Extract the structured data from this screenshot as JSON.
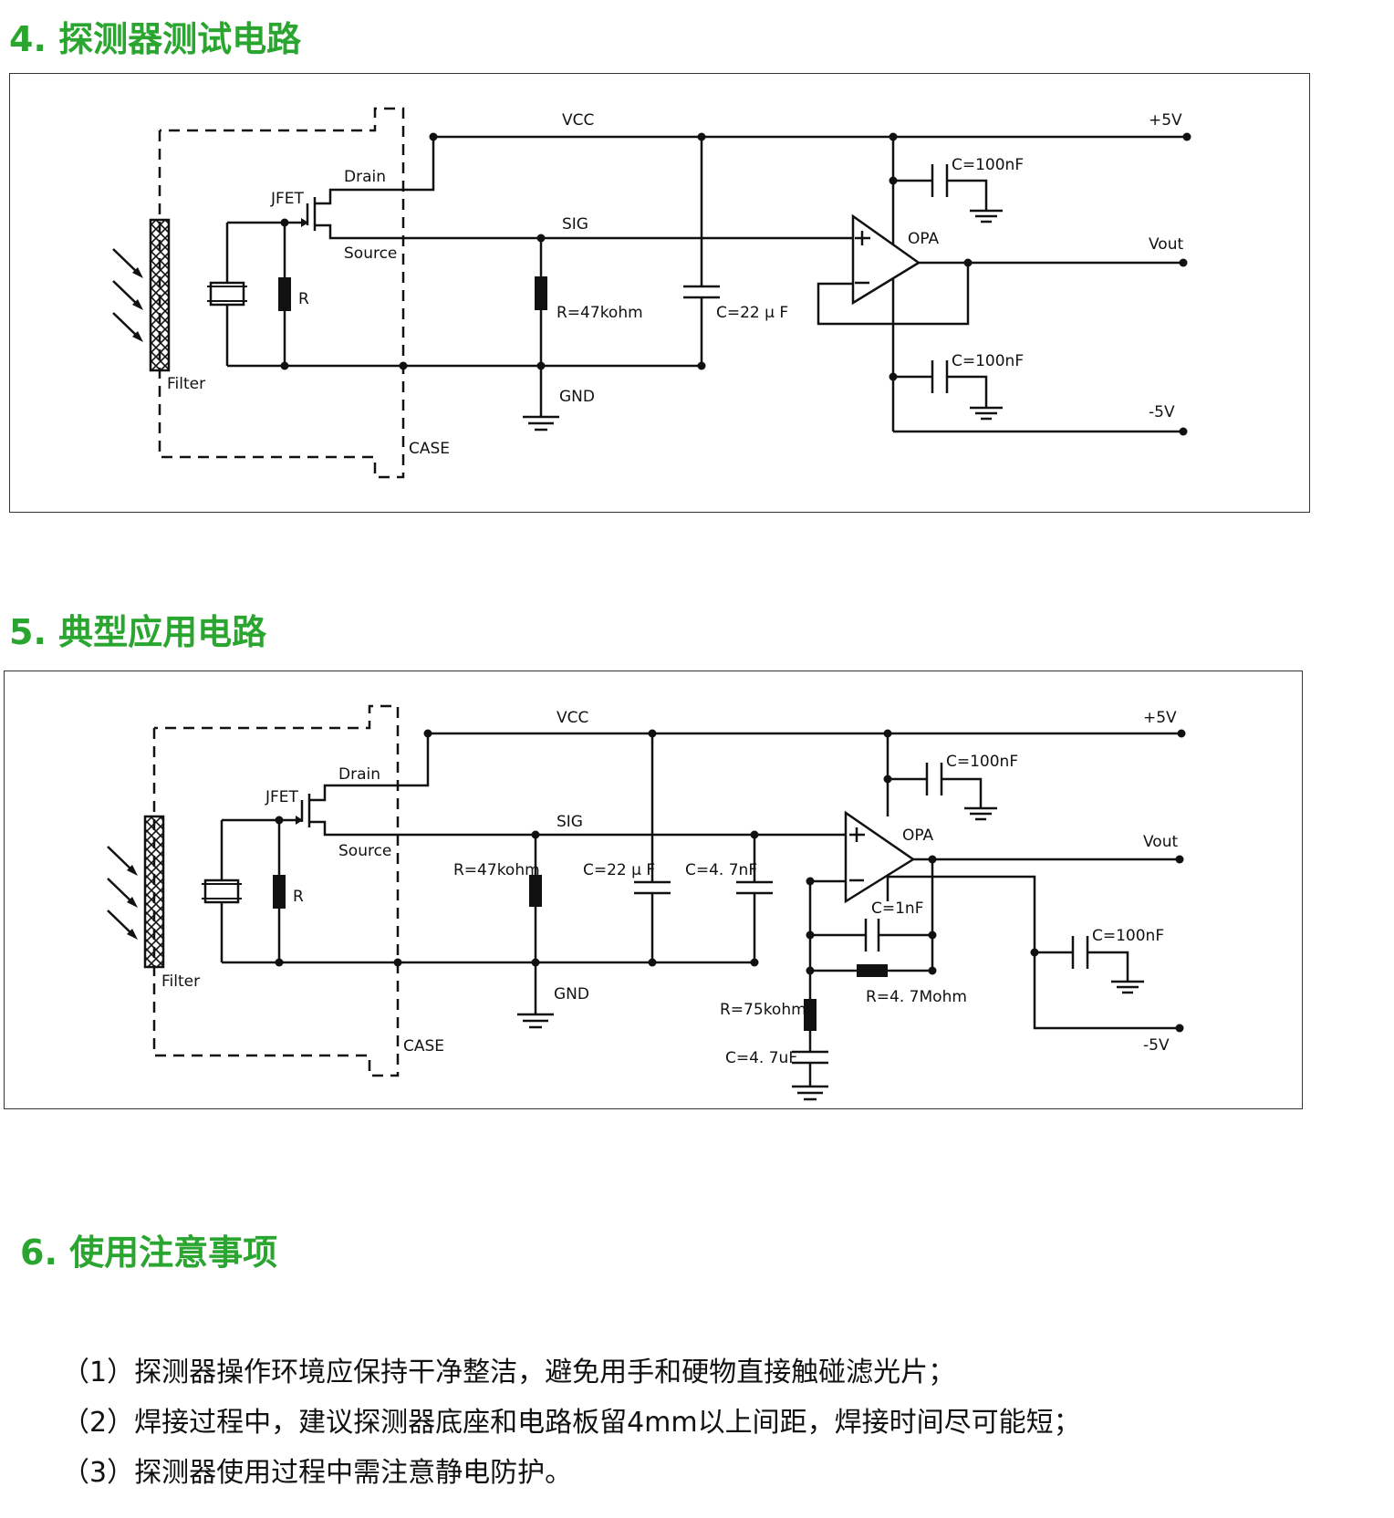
{
  "colors": {
    "heading": "#2aa52f",
    "line": "#111111"
  },
  "section4": {
    "heading": "4. 探测器测试电路"
  },
  "section5": {
    "heading": "5. 典型应用电路"
  },
  "section6": {
    "heading": "6. 使用注意事项"
  },
  "diagram1": {
    "labels": {
      "vcc": "VCC",
      "plus5v": "+5V",
      "drain": "Drain",
      "jfet": "JFET",
      "sig": "SIG",
      "source": "Source",
      "r": "R",
      "r47k": "R=47kohm",
      "c22": "C=22 μ F",
      "opa": "OPA",
      "vout": "Vout",
      "c100a": "C=100nF",
      "c100b": "C=100nF",
      "minus5v": "-5V",
      "gnd": "GND",
      "filter": "Filter",
      "case": "CASE"
    }
  },
  "diagram2": {
    "labels": {
      "vcc": "VCC",
      "plus5v": "+5V",
      "drain": "Drain",
      "jfet": "JFET",
      "sig": "SIG",
      "source": "Source",
      "r": "R",
      "r47k": "R=47kohm",
      "c22": "C=22 μ F",
      "c47n": "C=4. 7nF",
      "opa": "OPA",
      "vout": "Vout",
      "c100a": "C=100nF",
      "c1n": "C=1nF",
      "c100b": "C=100nF",
      "r47m": "R=4. 7Mohm",
      "r75k": "R=75kohm",
      "c47u": "C=4. 7uF",
      "minus5v": "-5V",
      "gnd": "GND",
      "filter": "Filter",
      "case": "CASE"
    }
  },
  "notes": [
    "（1）探测器操作环境应保持干净整洁，避免用手和硬物直接触碰滤光片；",
    "（2）焊接过程中，建议探测器底座和电路板留4mm以上间距，焊接时间尽可能短；",
    "（3）探测器使用过程中需注意静电防护。"
  ]
}
